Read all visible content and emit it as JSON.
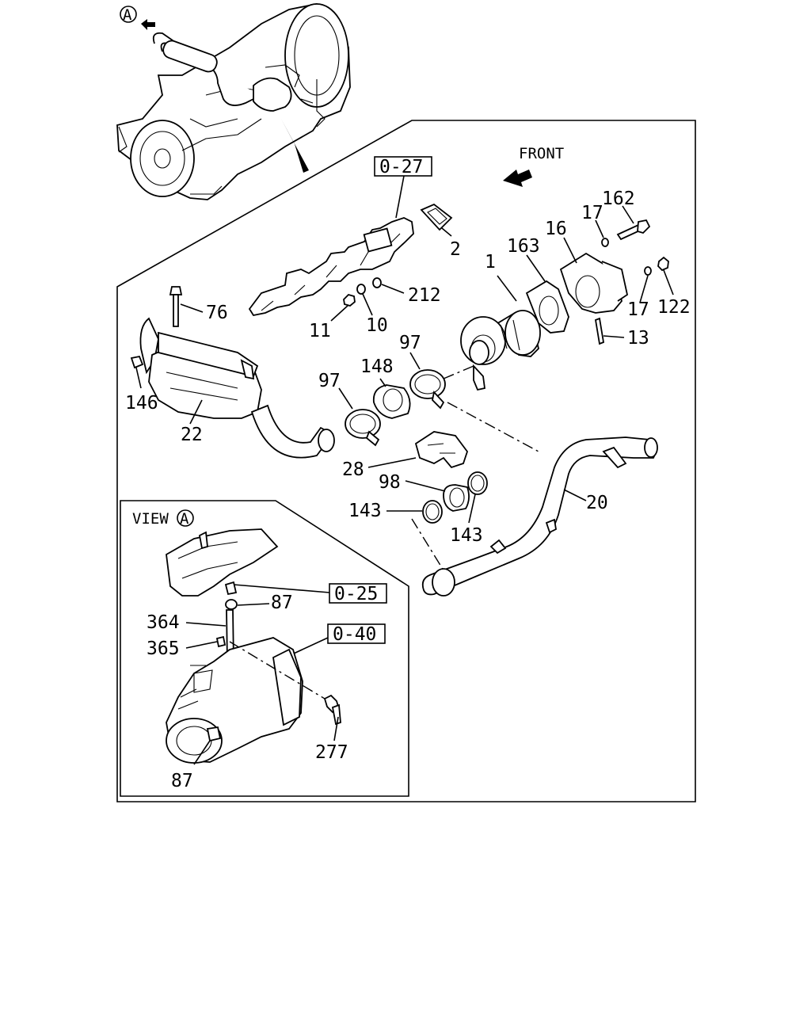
{
  "front_label": "FRONT",
  "view_label": "VIEW",
  "view_marker": "A",
  "ref_boxes": {
    "b1": "0-27",
    "b2": "0-25",
    "b3": "0-40"
  },
  "parts": {
    "p1": "1",
    "p2": "2",
    "p10": "10",
    "p11": "11",
    "p13": "13",
    "p16": "16",
    "p17a": "17",
    "p17b": "17",
    "p20": "20",
    "p22": "22",
    "p28": "28",
    "p76": "76",
    "p87a": "87",
    "p87b": "87",
    "p97a": "97",
    "p97b": "97",
    "p98": "98",
    "p122": "122",
    "p143a": "143",
    "p143b": "143",
    "p146": "146",
    "p148": "148",
    "p162": "162",
    "p163": "163",
    "p212": "212",
    "p277": "277",
    "p364": "364",
    "p365": "365"
  }
}
